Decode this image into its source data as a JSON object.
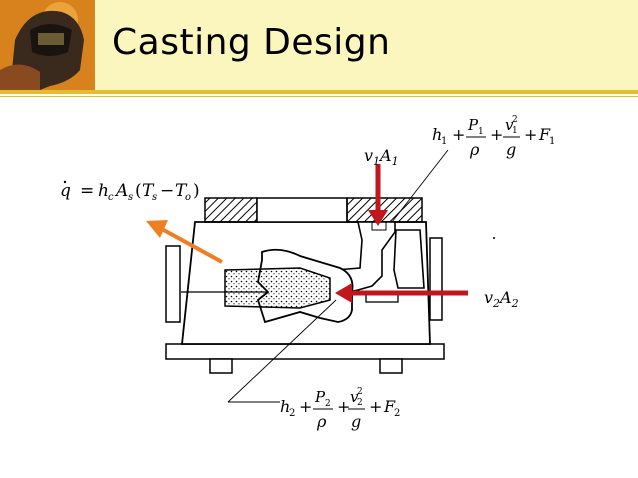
{
  "slide": {
    "title": "Casting Design"
  },
  "labels": {
    "inlet_flow": "v1A1",
    "outlet_flow": "v2A2",
    "heat_eq": "q̇ = hc As (Ts − To)",
    "bernoulli_1": "h1 + P1/ρ + v1²/g + F1",
    "bernoulli_2": "h2 + P2/ρ + v2²/g + F2"
  },
  "colors": {
    "header_bg": "#fbf6bd",
    "rule": "#e3bd2f",
    "red_arrow": "#c0161c",
    "orange_arrow": "#ef7d22"
  },
  "icons": {
    "logo": "welder-mask-icon"
  }
}
